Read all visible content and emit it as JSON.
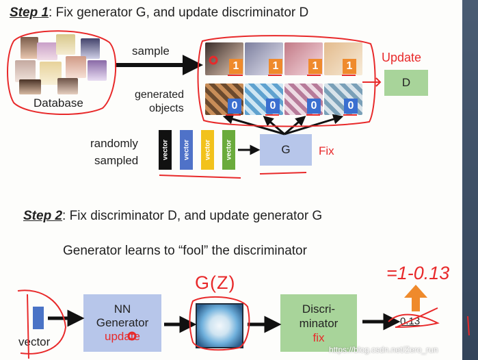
{
  "step1": {
    "heading_step": "Step 1",
    "heading_rest": ": Fix generator G, and update discriminator D",
    "database_label": "Database",
    "sample_label": "sample",
    "generated_label": "generated",
    "objects_label": "objects",
    "real_labels": [
      "1",
      "1",
      "1",
      "1"
    ],
    "fake_labels": [
      "0",
      "0",
      "0",
      "0"
    ],
    "update_label": "Update",
    "d_label": "D",
    "randomly_label": "randomly",
    "sampled_label": "sampled",
    "vectors": [
      {
        "text": "vector",
        "color": "#111111"
      },
      {
        "text": "vector",
        "color": "#4f72c8"
      },
      {
        "text": "vector",
        "color": "#f2c21c"
      },
      {
        "text": "vector",
        "color": "#6aab3c"
      }
    ],
    "g_label": "G",
    "fix_label": "Fix"
  },
  "step2": {
    "heading_step": "Step 2",
    "heading_rest": ": Fix discriminator D, and update generator G",
    "subtitle": "Generator learns to “fool” the discriminator",
    "vector_label": "vector",
    "nn_line1": "NN",
    "nn_line2": "Generator",
    "update_label": "update",
    "gz_label": "G(Z)",
    "disc_line1": "Discri-",
    "disc_line2": "minator",
    "fix_label": "fix",
    "score": "0.13",
    "note": "=1-0.13"
  },
  "watermark": "https://blog.csdn.net/Zero_run",
  "colors": {
    "orange": "#ef8a2c",
    "blue": "#3a6fd0",
    "annotation_red": "#e8292a",
    "d_box": "#a8d49a",
    "g_box": "#b7c6ea"
  }
}
